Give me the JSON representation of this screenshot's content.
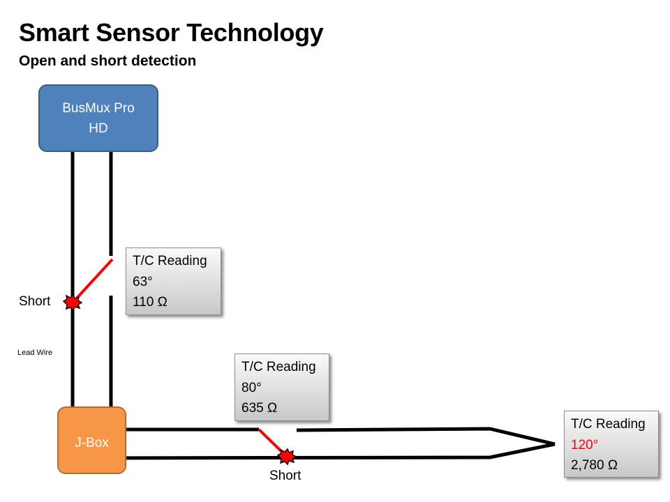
{
  "title": "Smart Sensor Technology",
  "subtitle": "Open and short detection",
  "nodes": {
    "busmux": {
      "line1": "BusMux Pro",
      "line2": "HD"
    },
    "jbox": {
      "label": "J-Box"
    }
  },
  "readings": [
    {
      "heading": "T/C Reading",
      "temperature": "63°",
      "resistance": "110 Ω"
    },
    {
      "heading": "T/C Reading",
      "temperature": "80°",
      "resistance": "635 Ω"
    },
    {
      "heading": "T/C Reading",
      "temperature": "120°",
      "resistance": "2,780 Ω"
    }
  ],
  "labels": {
    "short_upper": "Short",
    "short_lower": "Short",
    "lead_wire": "Lead Wire"
  },
  "colors": {
    "wire": "#000000",
    "short_wire": "#ff0000",
    "busmux_fill": "#4f81bd",
    "jbox_fill": "#f79646",
    "alert_text": "#ff0000"
  }
}
